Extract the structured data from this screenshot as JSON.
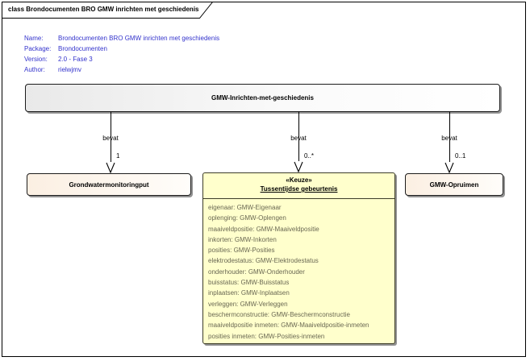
{
  "diagram": {
    "frame_title": "class Brondocumenten BRO GMW inrichten met geschiedenis",
    "properties": {
      "rows": [
        {
          "label": "Name:",
          "value": "Brondocumenten BRO GMW inrichten met geschiedenis"
        },
        {
          "label": "Package:",
          "value": "Brondocumenten"
        },
        {
          "label": "Version:",
          "value": "2.0 - Fase 3"
        },
        {
          "label": "Author:",
          "value": "rielwjmv"
        }
      ]
    },
    "nodes": {
      "root": {
        "name": "GMW-Inrichten-met-geschiedenis"
      },
      "grondwatermonitoringput": {
        "name": "Grondwatermonitoringput"
      },
      "tussentijdse_gebeurtenis": {
        "stereotype": "«Keuze»",
        "name": "Tussentijdse gebeurtenis",
        "attributes": [
          "eigenaar: GMW-Eigenaar",
          "oplenging: GMW-Oplengen",
          "maaiveldpositie: GMW-Maaiveldpositie",
          "inkorten: GMW-Inkorten",
          "posities: GMW-Posities",
          "elektrodestatus: GMW-Elektrodestatus",
          "onderhouder: GMW-Onderhouder",
          "buisstatus: GMW-Buisstatus",
          "inplaatsen: GMW-Inplaatsen",
          "verleggen: GMW-Verleggen",
          "beschermconstructie: GMW-Beschermconstructie",
          "maaiveldpositie inmeten: GMW-Maaiveldpositie-inmeten",
          "posities inmeten: GMW-Posities-inmeten"
        ]
      },
      "gmw_opruimen": {
        "name": "GMW-Opruimen"
      }
    },
    "connectors": [
      {
        "label": "bevat",
        "multiplicity": "1"
      },
      {
        "label": "bevat",
        "multiplicity": "0..*"
      },
      {
        "label": "bevat",
        "multiplicity": "0..1"
      }
    ],
    "colors": {
      "metadata_text": "#3333cc",
      "choice_fill": "#ffffcc",
      "element_fill": "#fbefe2",
      "attribute_text": "#6a6853",
      "shadow": "#929292"
    }
  }
}
